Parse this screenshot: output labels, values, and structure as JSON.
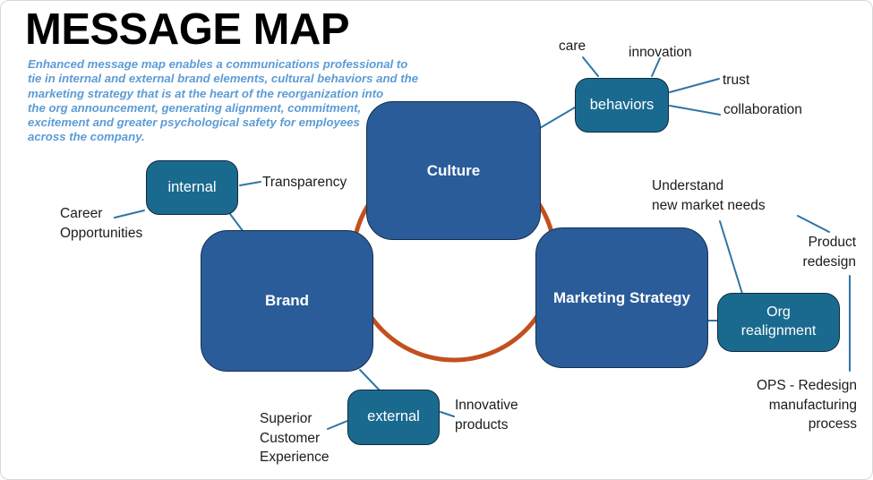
{
  "header": {
    "title": "MESSAGE MAP",
    "subtitle": "Enhanced message map enables a communications professional to\ntie in internal and external brand elements, cultural behaviors and the\nmarketing strategy that is at the heart of the reorganization into\nthe org announcement, generating alignment, commitment,\nexcitement and greater psychological safety for employees\nacross the company."
  },
  "nodes": {
    "culture": {
      "label": "Culture"
    },
    "brand": {
      "label": "Brand"
    },
    "marketing_strategy": {
      "label": "Marketing Strategy"
    },
    "behaviors": {
      "label": "behaviors"
    },
    "internal": {
      "label": "internal"
    },
    "external": {
      "label": "external"
    },
    "org_realignment": {
      "label": "Org\nrealignment"
    }
  },
  "labels": {
    "care": "care",
    "innovation": "innovation",
    "trust": "trust",
    "collaboration": "collaboration",
    "transparency": "Transparency",
    "career_opportunities": "Career\nOpportunities",
    "understand_new_market_needs": "Understand\nnew market needs",
    "product_redesign": "Product\nredesign",
    "ops_redesign": "OPS - Redesign\nmanufacturing\nprocess",
    "superior_customer_experience": "Superior\nCustomer\nExperience",
    "innovative_products": "Innovative\nproducts"
  },
  "colors": {
    "primary_box": "#2A5C99",
    "secondary_box": "#1A6A8F",
    "circle": "#C2501F",
    "connector": "#2E75A6",
    "subtitle": "#5B9BD5",
    "text": "#1B1B1B"
  }
}
